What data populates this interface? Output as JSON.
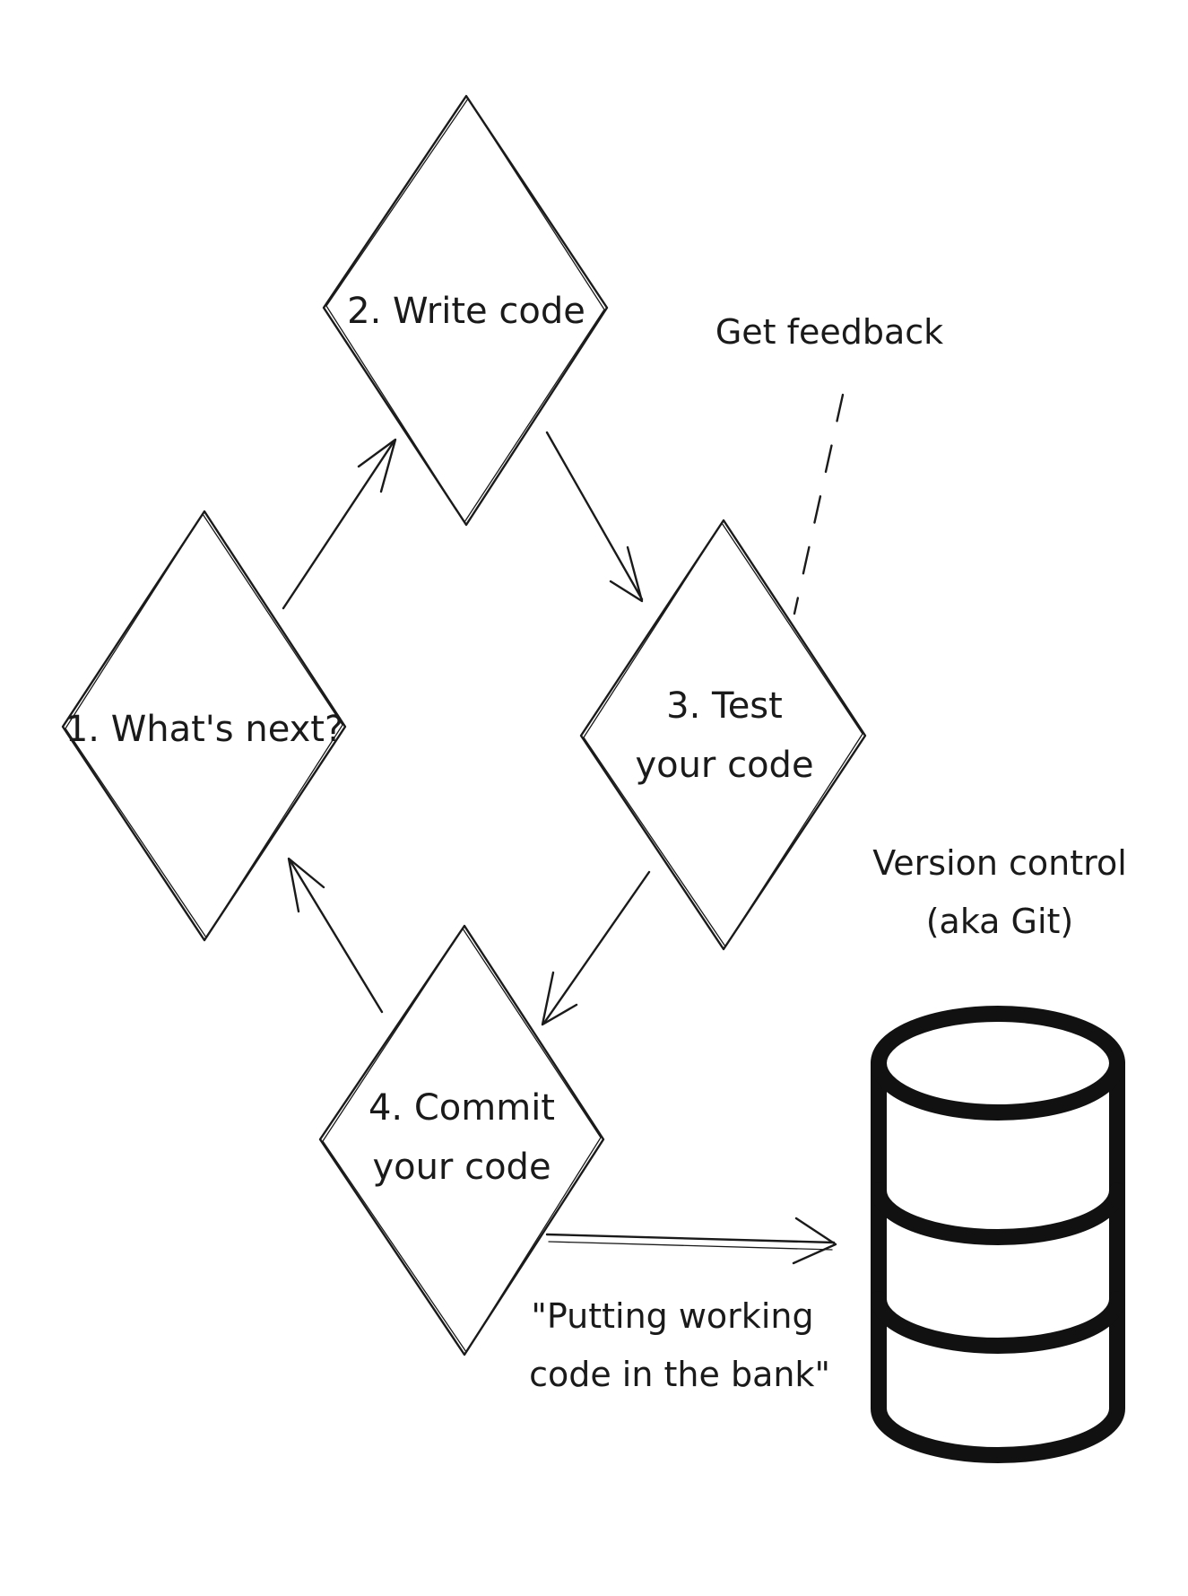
{
  "diagram": {
    "steps": [
      {
        "id": "what-next",
        "lines": [
          "1. What's next?"
        ]
      },
      {
        "id": "write-code",
        "lines": [
          "2. Write code"
        ]
      },
      {
        "id": "test-code",
        "lines": [
          "3. Test",
          "your code"
        ]
      },
      {
        "id": "commit-code",
        "lines": [
          "4. Commit",
          "your code"
        ]
      }
    ],
    "annotations": {
      "feedback": "Get feedback",
      "version_control_line1": "Version control",
      "version_control_line2": "(aka Git)",
      "bank_line1": "\"Putting working",
      "bank_line2": "code in the bank\""
    },
    "colors": {
      "ink": "#1a1a1a",
      "background": "#ffffff"
    },
    "icons": {
      "storage": "database-icon"
    }
  }
}
